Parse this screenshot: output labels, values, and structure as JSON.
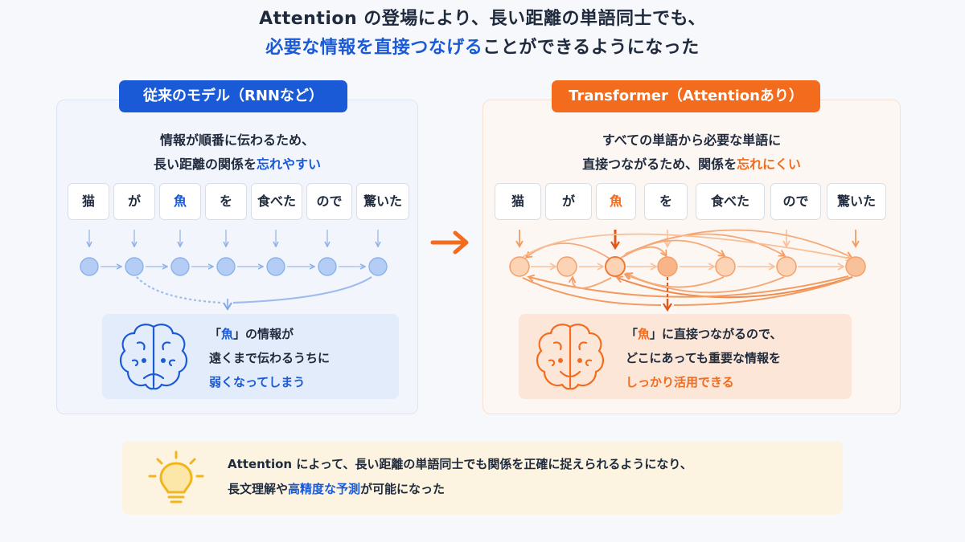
{
  "title": {
    "line1": "Attention の登場により、長い距離の単語同士でも、",
    "line2_highlight": "必要な情報を直接つなげる",
    "line2_rest": "ことができるようになった"
  },
  "left": {
    "badge": "従来のモデル（RNNなど）",
    "desc_line1": "情報が順番に伝わるため、",
    "desc_line2_prefix": "長い距離の関係を",
    "desc_line2_highlight": "忘れやすい",
    "words": [
      "猫",
      "が",
      "魚",
      "を",
      "食べた",
      "ので",
      "驚いた"
    ],
    "box_line1_open": "「",
    "box_line1_word": "魚",
    "box_line1_close": "」の情報が",
    "box_line2": "遠くまで伝わるうちに",
    "box_line3": "弱くなってしまう"
  },
  "right": {
    "badge": "Transformer（Attentionあり）",
    "desc_line1": "すべての単語から必要な単語に",
    "desc_line2_prefix": "直接つながるため、関係を",
    "desc_line2_highlight": "忘れにくい",
    "words": [
      "猫",
      "が",
      "魚",
      "を",
      "食べた",
      "ので",
      "驚いた"
    ],
    "box_line1_open": "「",
    "box_line1_word": "魚",
    "box_line1_close": "」に直接つながるので、",
    "box_line2": "どこにあっても重要な情報を",
    "box_line3": "しっかり活用できる"
  },
  "footer": {
    "line1": "Attention によって、長い距離の単語同士でも関係を正確に捉えられるようになり、",
    "line2_prefix": "長文理解や",
    "line2_highlight": "高精度な予測",
    "line2_suffix": "が可能になった"
  },
  "colors": {
    "blue": "#1a5ad7",
    "orange": "#f36b1d",
    "node_blue": "#a9c6f4",
    "node_orange": "#fbc8a2",
    "bulb": "#f2b61c"
  },
  "icons": [
    "brain-sad-icon",
    "brain-happy-icon",
    "right-arrow-icon",
    "lightbulb-icon"
  ]
}
